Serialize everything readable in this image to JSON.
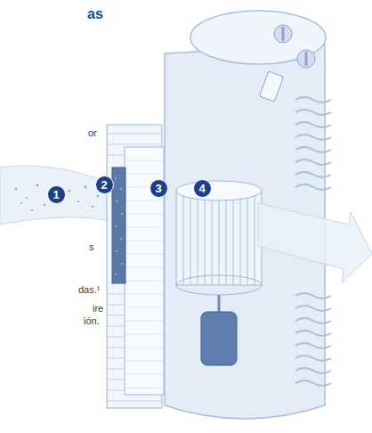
{
  "diagram": {
    "nodes": [
      {
        "text": [
          "1"
        ]
      },
      {
        "text": [
          "2"
        ]
      },
      {
        "text": [
          "3"
        ]
      },
      {
        "text": [
          "4"
        ]
      }
    ],
    "labels": [
      "as",
      "or",
      "s",
      "das.¹",
      "ire",
      "ión."
    ]
  }
}
